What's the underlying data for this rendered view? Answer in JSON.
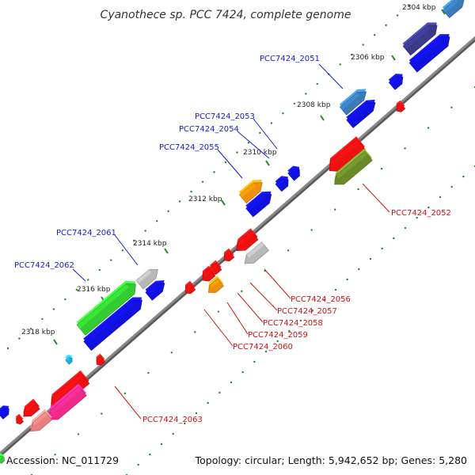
{
  "title": "Cyanothece sp. PCC 7424, complete genome",
  "footer": {
    "accession": "Accession: NC_011729",
    "summary": "Topology: circular; Length: 5,942,652 bp; Genes: 5,280"
  },
  "ticks": [
    "2304 kbp",
    "2306 kbp",
    "2308 kbp",
    "2310 kbp",
    "2312 kbp",
    "2314 kbp",
    "2316 kbp",
    "2318 kbp"
  ],
  "gene_labels": {
    "plus_strand": [
      "PCC7424_2051",
      "PCC7424_2053",
      "PCC7424_2054",
      "PCC7424_2055",
      "PCC7424_2061",
      "PCC7424_2062"
    ],
    "minus_strand": [
      "PCC7424_2052",
      "PCC7424_2056",
      "PCC7424_2057",
      "PCC7424_2058",
      "PCC7424_2059",
      "PCC7424_2060",
      "PCC7424_2063"
    ]
  },
  "colors": {
    "plus_label": "#1a1acc",
    "minus_label": "#cc1111",
    "backbone": "#888888",
    "tick": "#228822",
    "blue": "#1010e0",
    "red": "#ee1111",
    "navy": "#3a3a8a",
    "steelblue": "#3a7ab8",
    "orange": "#f0900a",
    "olive": "#6a8a2a",
    "green": "#33cc33",
    "gray": "#b8b8b8",
    "pink": "#ee2a8a",
    "salmon": "#e88080",
    "cyan": "#22aadd"
  }
}
